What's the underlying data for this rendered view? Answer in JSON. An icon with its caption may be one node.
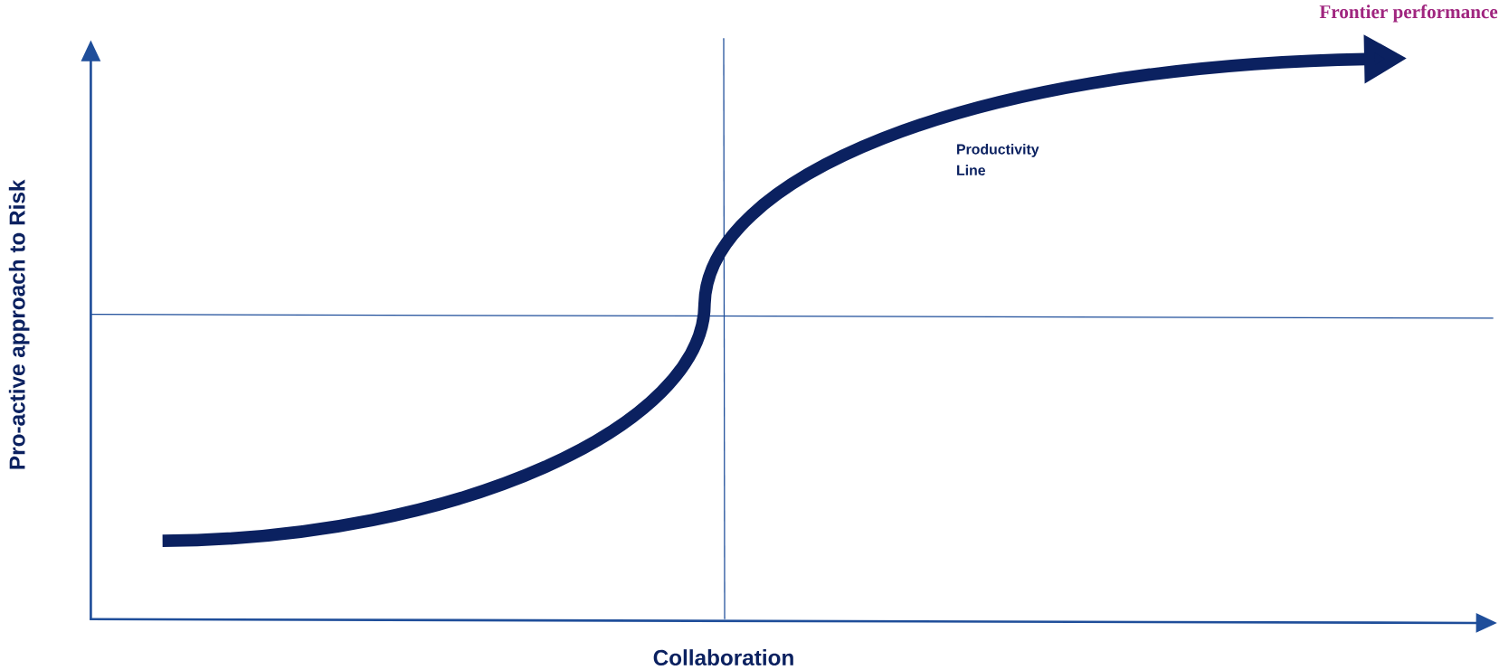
{
  "diagram": {
    "labels": [
      "Frontier performance",
      "Productivity Line",
      "Pro-active approach to Risk",
      "Collaboration"
    ]
  }
}
